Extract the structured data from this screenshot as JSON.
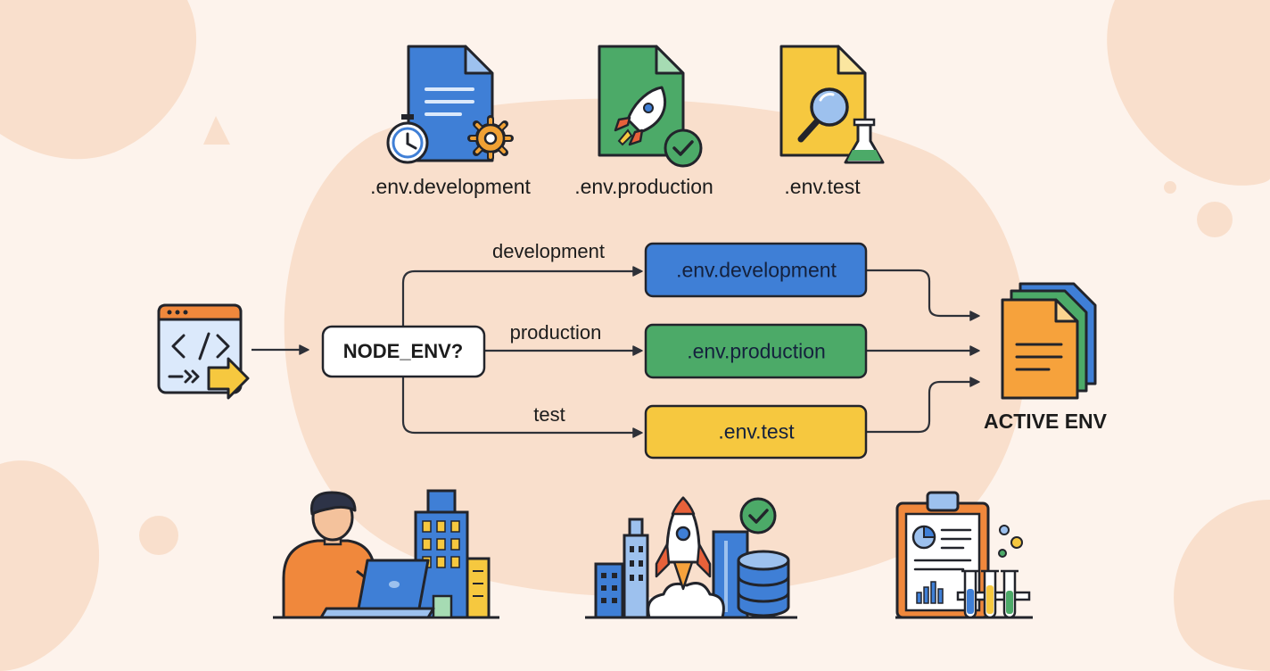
{
  "env_files": [
    {
      "name": ".env.development",
      "color": "#3f7fd6",
      "icon": "document-with-clock-and-gear-icon"
    },
    {
      "name": ".env.production",
      "color": "#4caa68",
      "icon": "document-with-rocket-icon"
    },
    {
      "name": ".env.test",
      "color": "#f6c83f",
      "icon": "document-with-magnifier-icon"
    }
  ],
  "flow": {
    "source_icon": "code-window-icon",
    "decision": {
      "label": "NODE_ENV?"
    },
    "branches": [
      {
        "label": "development",
        "target": ".env.development",
        "color": "#3f7fd6"
      },
      {
        "label": "production",
        "target": ".env.production",
        "color": "#4caa68"
      },
      {
        "label": "test",
        "target": ".env.test",
        "color": "#f6c83f"
      }
    ],
    "result": {
      "label": "ACTIVE ENV",
      "icon": "stacked-documents-icon"
    }
  },
  "illustrations": [
    {
      "icon": "developer-at-laptop-icon"
    },
    {
      "icon": "rocket-launch-city-icon"
    },
    {
      "icon": "clipboard-test-tubes-icon"
    }
  ],
  "colors": {
    "background": "#fdf3ec",
    "blob": "#f9dfcc",
    "outline": "#22242b",
    "orange": "#f0883c"
  }
}
